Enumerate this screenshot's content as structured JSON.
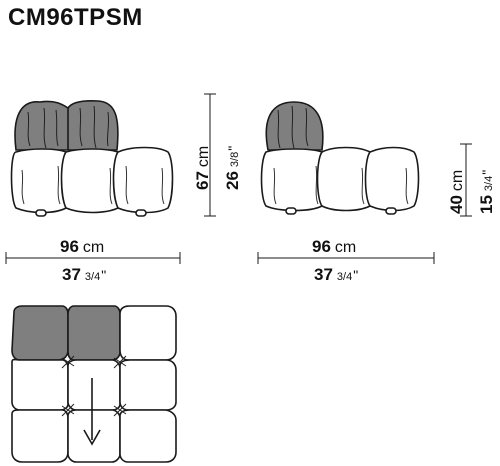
{
  "title": "CM96TPSM",
  "front": {
    "width": {
      "value": "96",
      "unit": "cm",
      "imperial": "37",
      "imperial_frac": "3/4",
      "imperial_mark": "\""
    },
    "height": {
      "value": "67",
      "unit": "cm",
      "imperial": "26",
      "imperial_frac": "3/8",
      "imperial_mark": "\""
    }
  },
  "side": {
    "width": {
      "value": "96",
      "unit": "cm",
      "imperial": "37",
      "imperial_frac": "3/4",
      "imperial_mark": "\""
    },
    "height": {
      "value": "40",
      "unit": "cm",
      "imperial": "15",
      "imperial_frac": "3/4",
      "imperial_mark": "\""
    }
  },
  "colors": {
    "line": "#1a1a1a",
    "cushion_back": "#7f7f7f",
    "background": "#ffffff"
  },
  "icons": {
    "direction": "arrow-down-icon"
  }
}
